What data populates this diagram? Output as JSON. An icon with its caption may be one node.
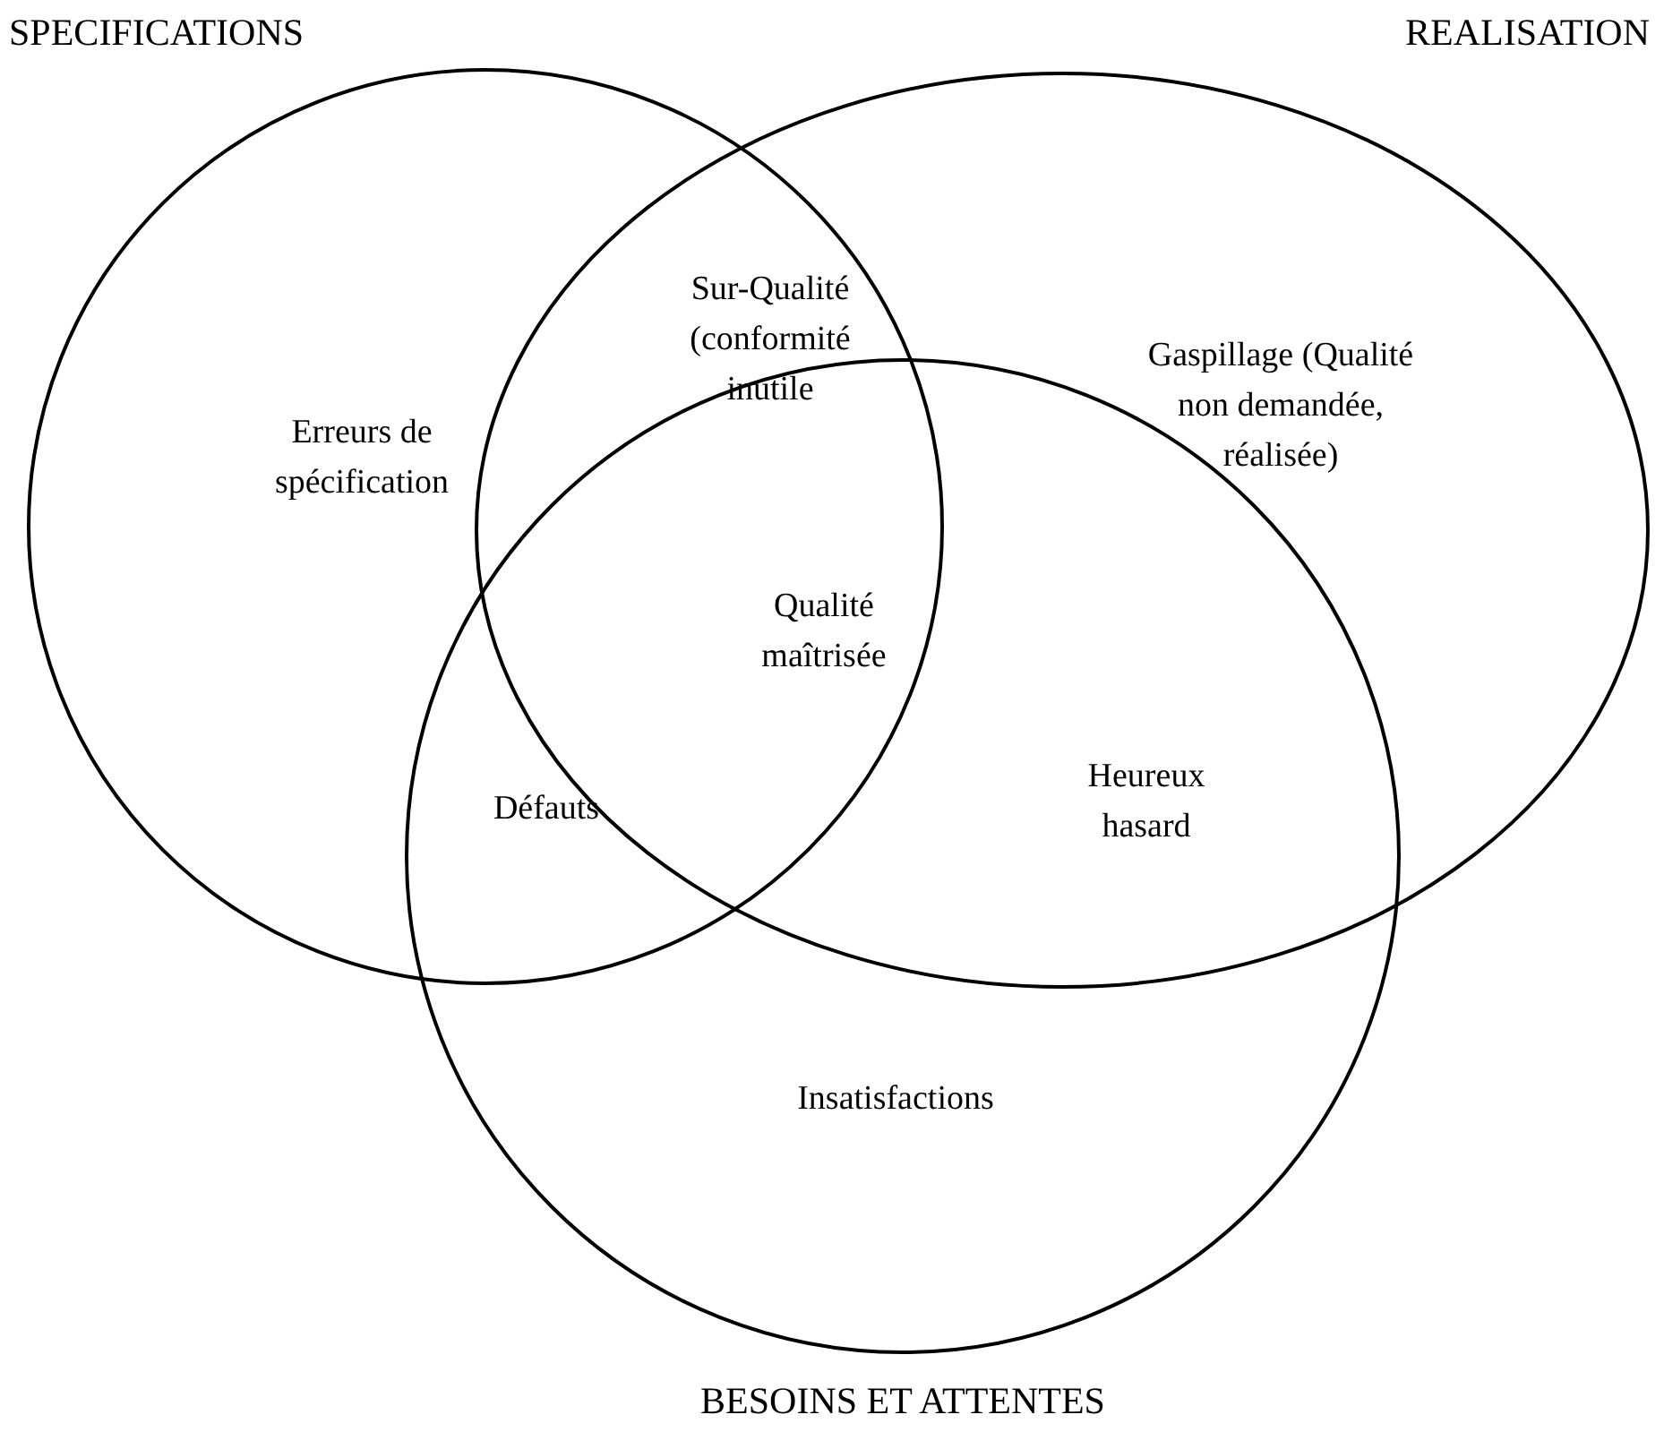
{
  "diagram": {
    "nodes": [
      {
        "text": [
          "SPECIFICATIONS"
        ]
      },
      {
        "text": [
          "REALISATION"
        ]
      },
      {
        "text": [
          "BESOINS ET ATTENTES"
        ]
      }
    ],
    "labels": [
      "Sur-Qualité (conformité inutile",
      "Erreurs de spécification",
      "Gaspillage (Qualité non demandée, réalisée)",
      "Qualité maîtrisée",
      "Défauts",
      "Heureux hasard",
      "Insatisfactions"
    ]
  }
}
